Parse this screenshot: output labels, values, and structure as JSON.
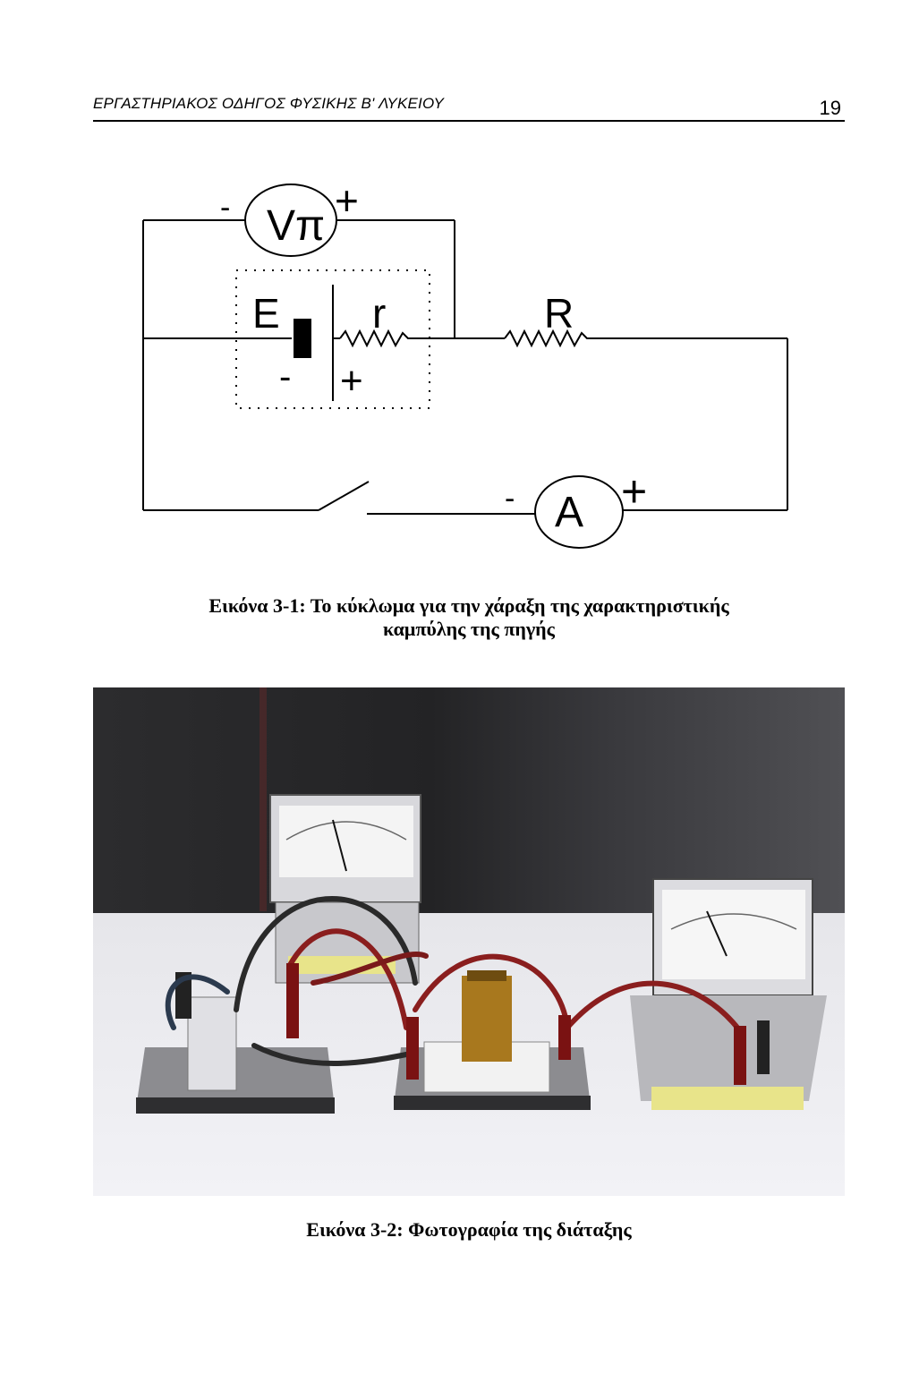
{
  "header": {
    "title": "ΕΡΓΑΣΤΗΡΙΑΚΟΣ ΟΔΗΓΟΣ ΦΥΣΙΚΗΣ Β' ΛΥΚΕΙΟΥ",
    "page_number": "19"
  },
  "circuit": {
    "voltmeter_label": "Vπ",
    "voltmeter_minus": "-",
    "voltmeter_plus": "+",
    "emf_label": "E",
    "internal_resistance_label": "r",
    "source_minus": "-",
    "source_plus": "+",
    "resistor_label": "R",
    "ammeter_label": "A",
    "ammeter_minus": "-",
    "ammeter_plus": "+"
  },
  "captions": {
    "figure_1_line1": "Εικόνα 3-1: Το κύκλωμα για την χάραξη της χαρακτηριστικής",
    "figure_1_line2": "καμπύλης της πηγής",
    "figure_2": "Εικόνα 3-2: Φωτογραφία της διάταξης"
  }
}
